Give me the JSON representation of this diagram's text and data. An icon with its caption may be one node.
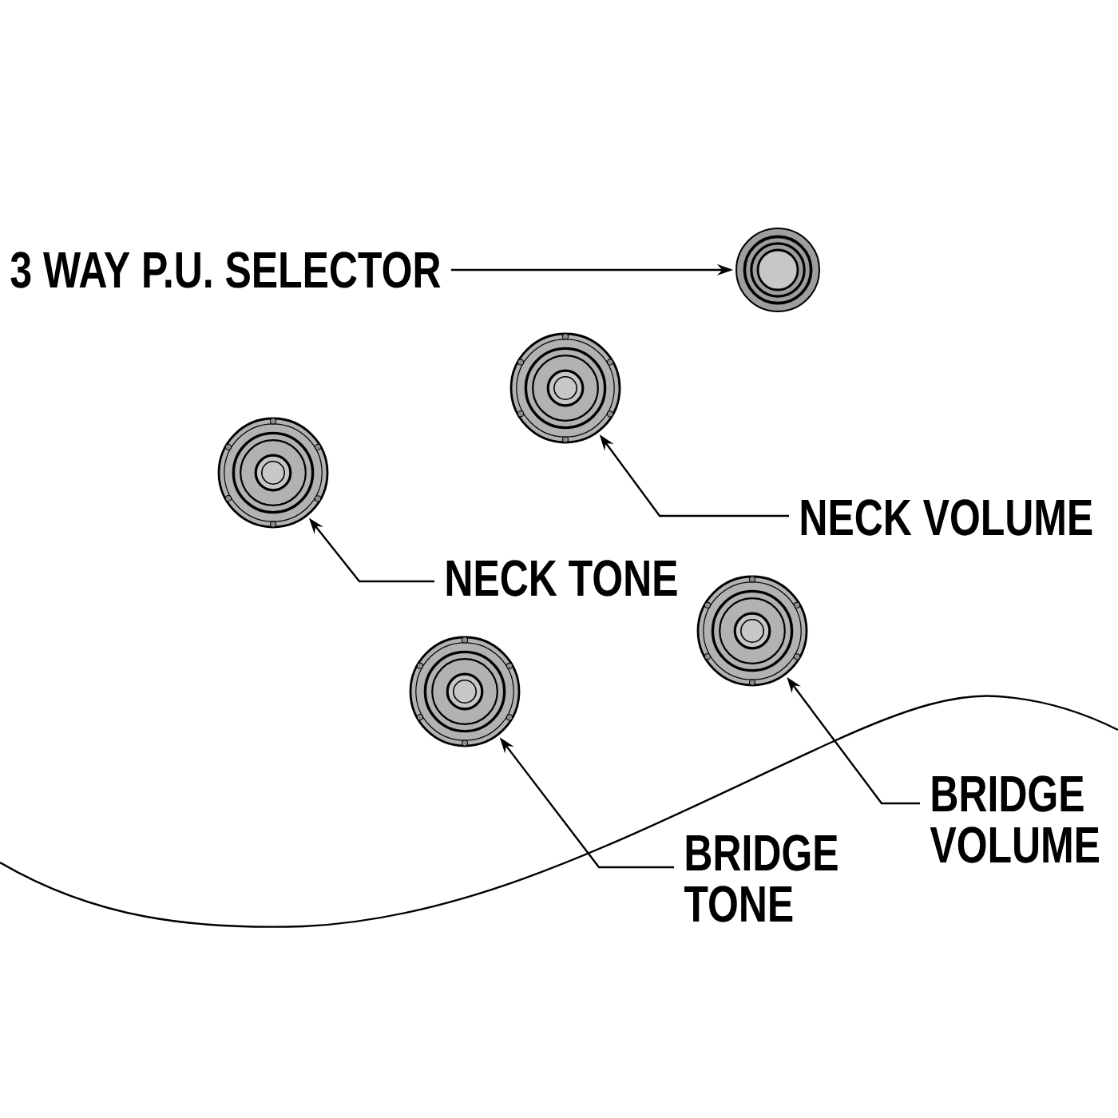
{
  "diagram": {
    "nodes": [
      {
        "text": [
          "3 WAY P.U. SELECTOR"
        ]
      },
      {
        "text": [],
        "shape": "circle"
      },
      {
        "text": [],
        "shape": "circle"
      },
      {
        "text": [],
        "shape": "circle"
      },
      {
        "text": [
          "NECK VOLUME"
        ]
      },
      {
        "text": [
          "NECK TONE"
        ]
      },
      {
        "text": [],
        "shape": "circle"
      },
      {
        "text": [],
        "shape": "circle"
      },
      {
        "text": [
          "BRIDGE VOLUME"
        ]
      },
      {
        "text": [
          "BRIDGE TONE"
        ]
      }
    ],
    "edges": [
      {
        "from": 0,
        "to": 1,
        "arrow": "to"
      },
      {
        "from": 4,
        "to": 2,
        "arrow": "to"
      },
      {
        "from": 5,
        "to": 3,
        "arrow": "to"
      },
      {
        "from": 8,
        "to": 6,
        "arrow": "to"
      },
      {
        "from": 9,
        "to": 7,
        "arrow": "to"
      }
    ]
  }
}
